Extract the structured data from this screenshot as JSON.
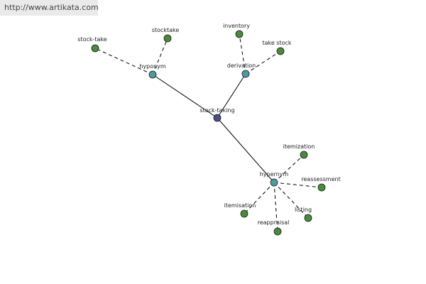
{
  "site": {
    "url": "http://www.artikata.com"
  },
  "colors": {
    "center": "#4a4f8c",
    "relation": "#4f9aa0",
    "term": "#4a8a3c",
    "url_background": "#eaeaea",
    "edge": "#000000"
  },
  "graph": {
    "center": {
      "label": "stock-taking"
    },
    "relations": [
      {
        "key": "hyponym",
        "label": "hyponym",
        "terms": [
          "stock-take",
          "stocktake"
        ]
      },
      {
        "key": "derivation",
        "label": "derivation",
        "terms": [
          "inventory",
          "take stock"
        ]
      },
      {
        "key": "hypernym",
        "label": "hypernym",
        "terms": [
          "itemization",
          "reassessment",
          "listing",
          "reappraisal",
          "itemisation"
        ]
      }
    ]
  }
}
